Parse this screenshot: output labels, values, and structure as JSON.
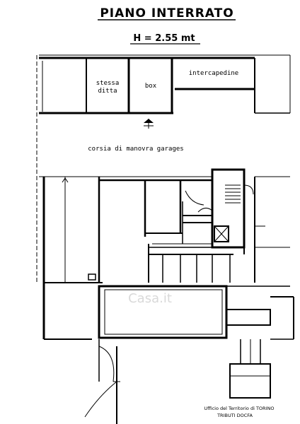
{
  "title": "PIANO INTERRATO",
  "height_note": "H = 2.55 mt",
  "rooms": {
    "stessa_ditta_line1": "stessa",
    "stessa_ditta_line2": "ditta",
    "box": "box",
    "intercapedine": "intercapedine",
    "corsia": "corsia di manovra garages"
  },
  "watermark": "Casa.it",
  "stamp": {
    "line1": "Ufficio del Territorio di TORINO",
    "line2": "TRIBUTI DOCFA"
  }
}
